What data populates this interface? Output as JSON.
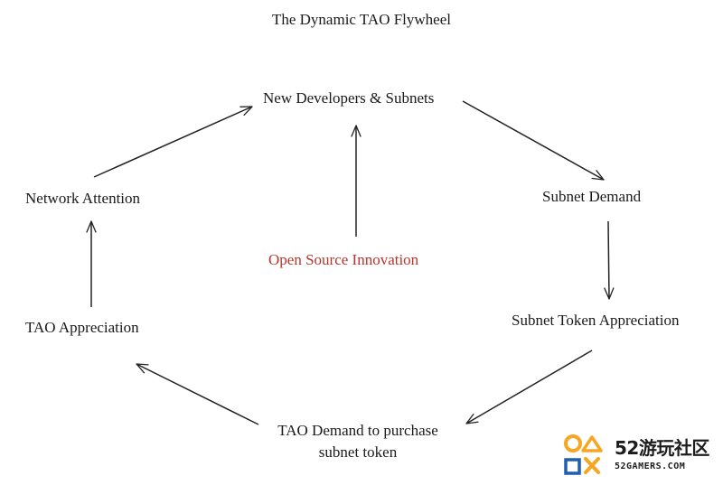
{
  "diagram": {
    "title": "The Dynamic TAO Flywheel",
    "nodes": {
      "new_developers": "New Developers & Subnets",
      "subnet_demand": "Subnet Demand",
      "subnet_token_appreciation": "Subnet Token Appreciation",
      "tao_demand_line1": "TAO Demand to purchase",
      "tao_demand_line2": "subnet token",
      "tao_appreciation": "TAO Appreciation",
      "network_attention": "Network Attention",
      "open_source_innovation": "Open Source Innovation"
    },
    "colors": {
      "text": "#1a1a1a",
      "highlight": "#b8342c",
      "arrow": "#222222",
      "watermark_orange": "#f5a623",
      "watermark_blue": "#1f5fae"
    }
  },
  "watermark": {
    "brand": "52游玩社区",
    "site": "52GAMERS.COM",
    "icons": [
      "circle-icon",
      "triangle-icon",
      "square-icon",
      "cross-icon"
    ]
  }
}
